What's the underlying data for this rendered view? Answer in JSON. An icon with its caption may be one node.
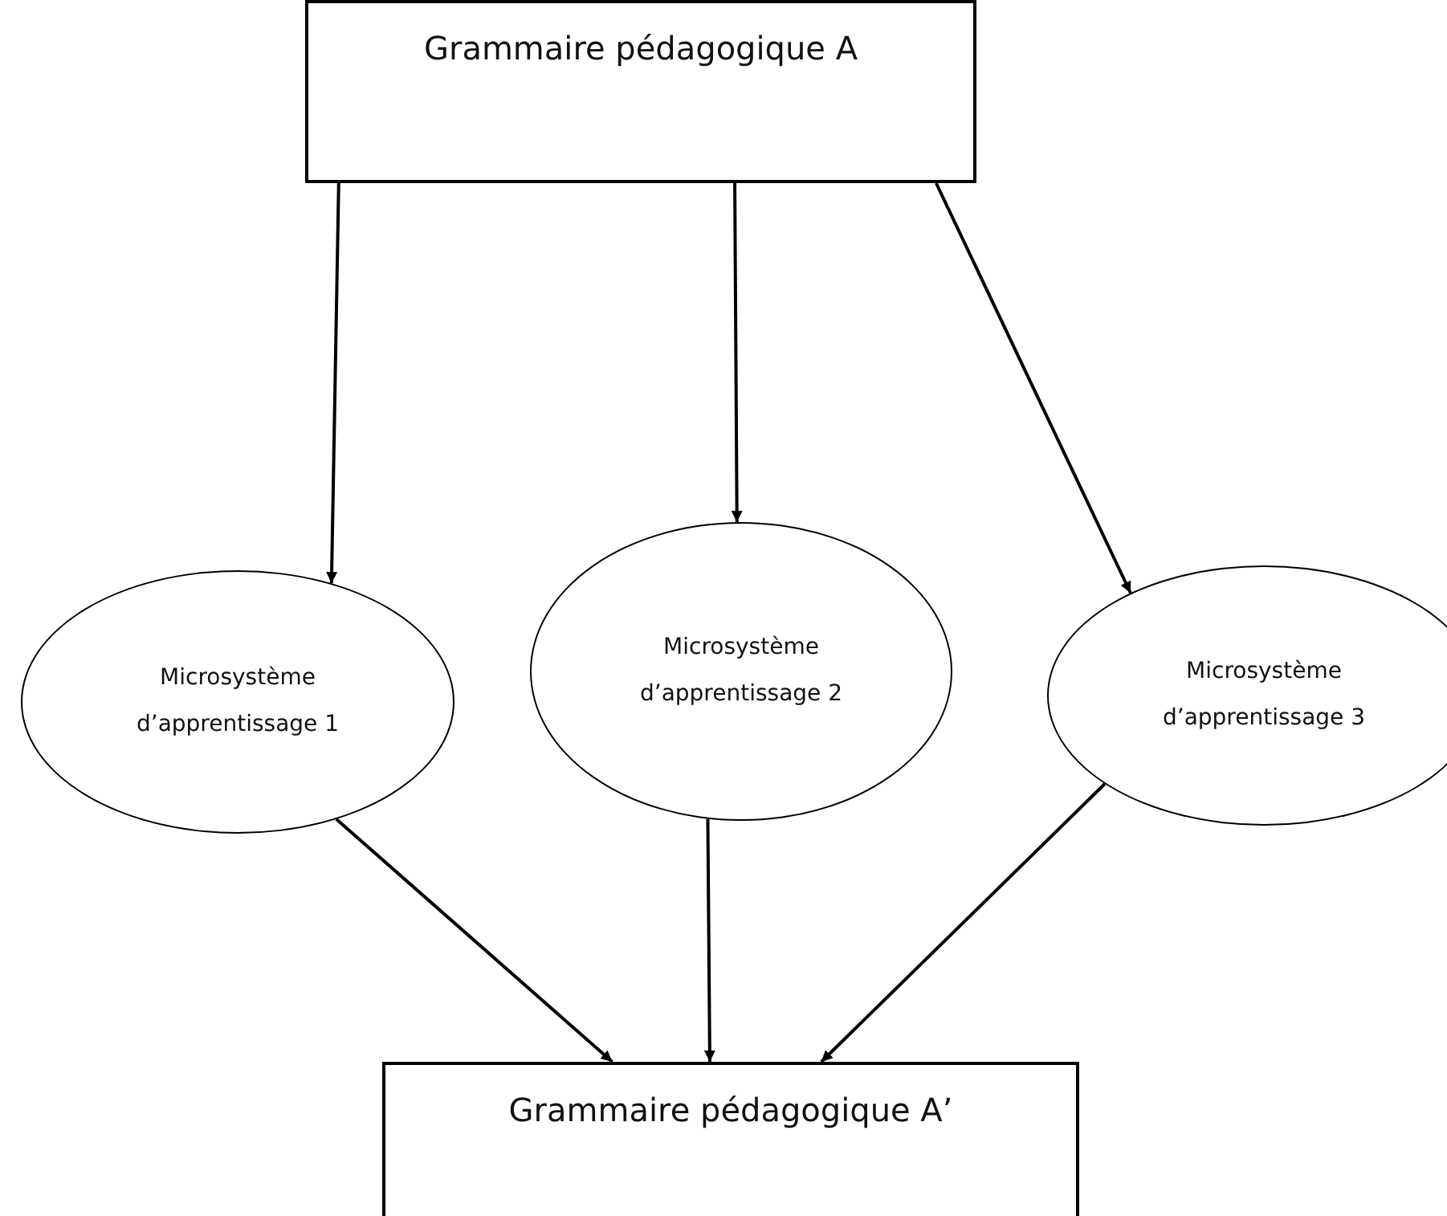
{
  "diagram": {
    "nodes": [
      {
        "text": [
          "Grammaire pédagogique A"
        ]
      },
      {
        "text": [
          "Microsystème d’apprentissage 1"
        ]
      },
      {
        "text": [
          "Microsystème d’apprentissage 2"
        ]
      },
      {
        "text": [
          "Microsystème d’apprentissage 3"
        ]
      },
      {
        "text": [
          "Grammaire pédagogique A’"
        ]
      }
    ],
    "edges": [
      {
        "from": 0,
        "to": 1,
        "arrow": "to"
      },
      {
        "from": 0,
        "to": 2,
        "arrow": "to"
      },
      {
        "from": 0,
        "to": 3,
        "arrow": "to"
      },
      {
        "from": 1,
        "to": 4,
        "arrow": "to"
      },
      {
        "from": 2,
        "to": 4,
        "arrow": "to"
      },
      {
        "from": 3,
        "to": 4,
        "arrow": "to"
      }
    ]
  }
}
